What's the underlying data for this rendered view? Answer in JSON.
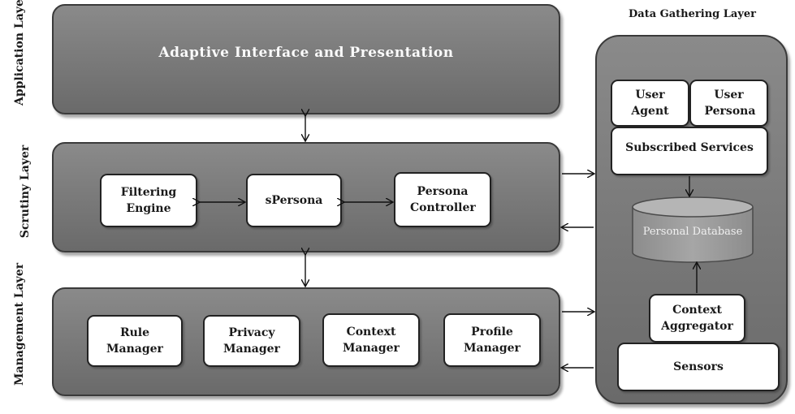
{
  "layers": {
    "application": {
      "label": "Application Layer",
      "title": "Adaptive Interface and Presentation"
    },
    "scrutiny": {
      "label": "Scrutiny Layer",
      "components": [
        "Filtering Engine",
        "sPersona",
        "Persona Controller"
      ]
    },
    "management": {
      "label": "Management Layer",
      "components": [
        "Rule Manager",
        "Privacy Manager",
        "Context Manager",
        "Profile Manager"
      ]
    },
    "data_gathering": {
      "label": "Data Gathering Layer",
      "user_agent": "User Agent",
      "user_persona": "User Persona",
      "subscribed_services": "Subscribed Services",
      "personal_database": "Personal Database",
      "context_aggregator": "Context Aggregator",
      "sensors": "Sensors"
    }
  },
  "colors": {
    "layer_fill": "#7a7a7a",
    "box_fill": "#ffffff",
    "stroke": "#222222"
  }
}
